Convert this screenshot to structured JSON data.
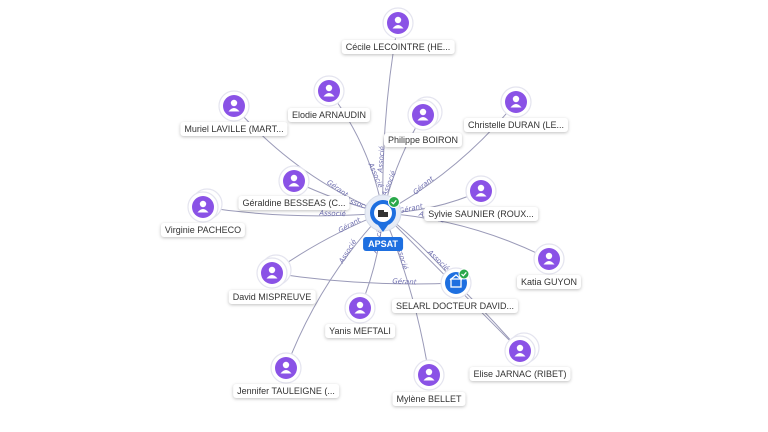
{
  "center": {
    "label": "APSAT",
    "icon": "building-icon",
    "verified": true
  },
  "people": [
    {
      "name": "Cécile LECOINTRE (HE...",
      "edges": [
        "Associé"
      ]
    },
    {
      "name": "Elodie ARNAUDIN",
      "edges": [
        "Associé"
      ]
    },
    {
      "name": "Philippe BOIRON",
      "edges": [
        "Associé"
      ]
    },
    {
      "name": "Christelle DURAN (LE...",
      "edges": [
        "Gérant"
      ]
    },
    {
      "name": "Muriel LAVILLE (MART...",
      "edges": [
        "Gérant"
      ]
    },
    {
      "name": "Géraldine BESSEAS (C...",
      "edges": [
        "Associé"
      ]
    },
    {
      "name": "Sylvie SAUNIER (ROUX...",
      "edges": [
        "Gérant"
      ]
    },
    {
      "name": "Virginie PACHECO",
      "edges": [
        "Associé"
      ]
    },
    {
      "name": "Katia GUYON",
      "edges": [
        "Associé"
      ]
    },
    {
      "name": "David MISPREUVE",
      "edges": [
        "Gérant"
      ]
    },
    {
      "name": "Yanis MEFTALI",
      "edges": [
        "Associé"
      ]
    },
    {
      "name": "Elise JARNAC (RIBET)",
      "edges": []
    },
    {
      "name": "Jennifer TAULEIGNE (...",
      "edges": [
        "Associé"
      ]
    },
    {
      "name": "Mylène BELLET",
      "edges": [
        "Associé"
      ]
    }
  ],
  "company": {
    "name": "SELARL DOCTEUR DAVID...",
    "icon": "building-icon",
    "verified": true,
    "edge": "Associé"
  },
  "colors": {
    "avatar": "#8a52e6",
    "center": "#1e6fe0",
    "edge": "#9a9ab8",
    "edge_label": "#6f6fb0",
    "verified": "#2aa84a"
  }
}
